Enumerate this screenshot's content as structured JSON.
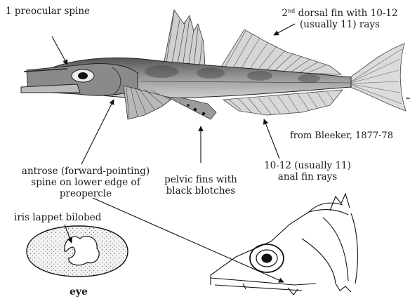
{
  "labels": {
    "preocular_spine": "1 preocular spine",
    "dorsal_ord": "2",
    "dorsal_sup": "nd",
    "dorsal_rest": " dorsal fin with 10-12",
    "dorsal_line2": "(usually 11) rays",
    "source": "from Bleeker, 1877-78",
    "antrose_1": "antrose (forward-pointing)",
    "antrose_2": "spine on lower edge of",
    "antrose_3": "preopercle",
    "pelvic_1": "pelvic fins with",
    "pelvic_2": "black blotches",
    "anal_1": "10-12 (usually 11)",
    "anal_2": "anal fin rays",
    "iris": "iris lappet bilobed",
    "eye_caption": "eye"
  }
}
